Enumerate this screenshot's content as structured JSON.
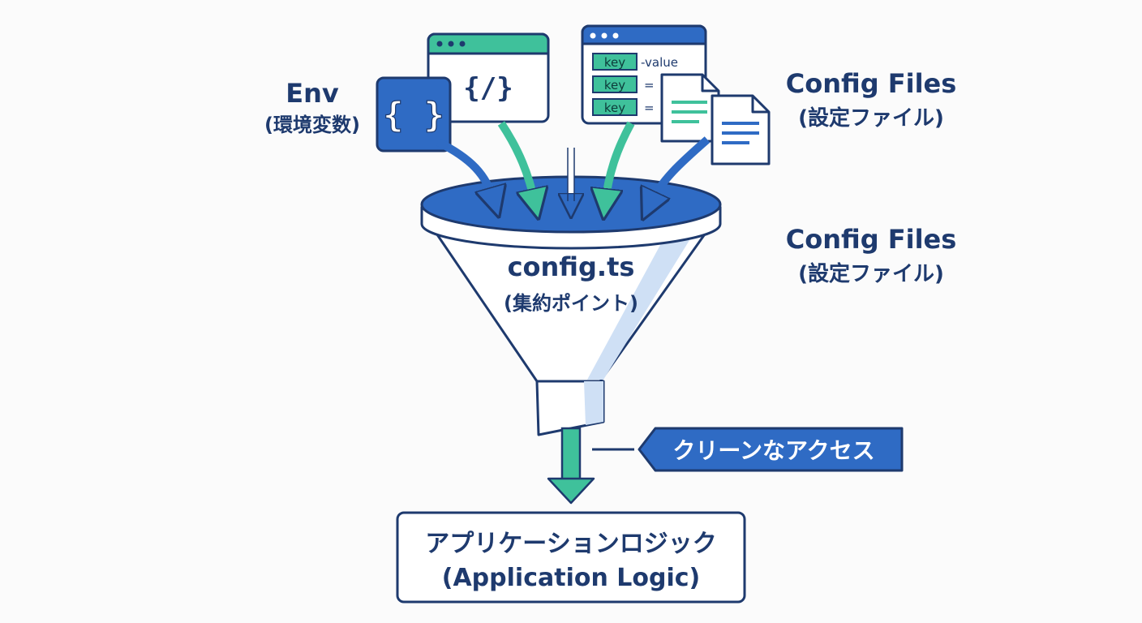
{
  "env": {
    "title": "Env",
    "subtitle": "(環境変数)"
  },
  "config_files_top": {
    "title": "Config Files",
    "subtitle": "(設定ファイル)"
  },
  "config_files_mid": {
    "title": "Config Files",
    "subtitle": "(設定ファイル)"
  },
  "funnel": {
    "title": "config.ts",
    "subtitle": "(集約ポイント)"
  },
  "code_window": {
    "glyph": "{/}"
  },
  "env_icon": {
    "glyph": "{ }"
  },
  "kv_window": {
    "rows": [
      {
        "key": "key",
        "value": "-value"
      },
      {
        "key": "key",
        "value": "="
      },
      {
        "key": "key",
        "value": "="
      }
    ]
  },
  "callout": {
    "label": "クリーンなアクセス"
  },
  "result": {
    "title": "アプリケーションロジック",
    "subtitle": "(Application Logic)"
  },
  "colors": {
    "navy": "#1e3a6e",
    "blue": "#2f6bc4",
    "teal": "#3fc19b",
    "light_blue": "#cfe0f5"
  },
  "icons": [
    "braces-icon",
    "code-window-icon",
    "key-value-window-icon",
    "document-icon"
  ]
}
